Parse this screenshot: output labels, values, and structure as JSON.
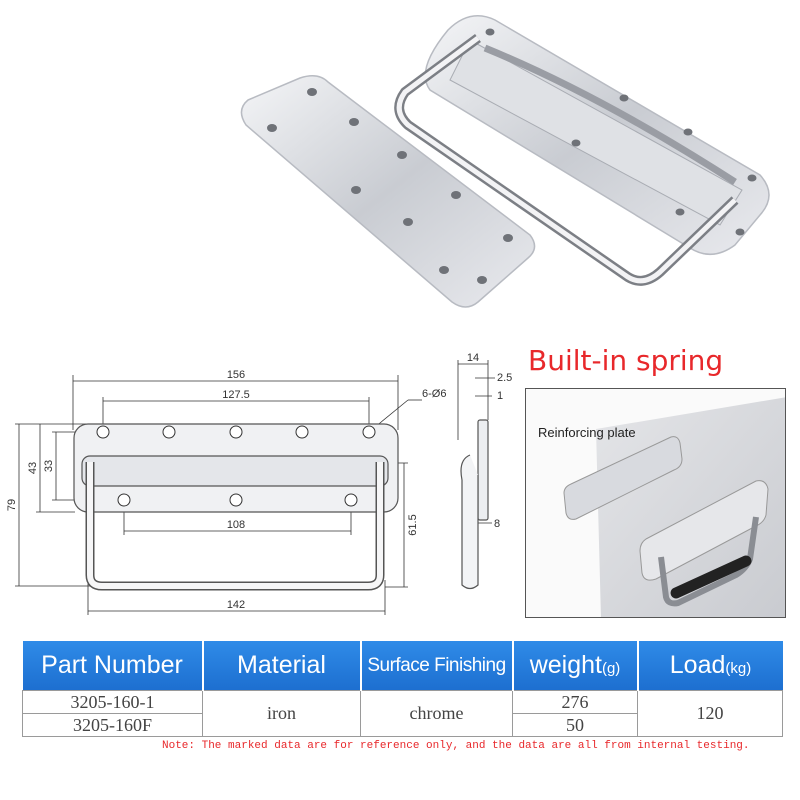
{
  "drawing": {
    "dim_156": "156",
    "dim_127_5": "127.5",
    "dim_holes": "6-Ø6",
    "dim_43": "43",
    "dim_33": "33",
    "dim_79": "79",
    "dim_108": "108",
    "dim_61_5": "61.5",
    "dim_142": "142",
    "dim_14": "14",
    "dim_2_5": "2.5",
    "dim_1": "1",
    "dim_8": "8"
  },
  "spring_panel": {
    "title": "Built-in spring",
    "plate_label": "Reinforcing plate"
  },
  "table": {
    "headers": {
      "part_number": "Part Number",
      "material": "Material",
      "surface": "Surface Finishing",
      "weight": "weight",
      "weight_unit": "(g)",
      "load": "Load",
      "load_unit": "(kg)"
    },
    "rows": [
      {
        "part_number": "3205-160-1",
        "weight": "276"
      },
      {
        "part_number": "3205-160F",
        "weight": "50"
      }
    ],
    "material": "iron",
    "surface": "chrome",
    "load": "120"
  },
  "note": "Note: The marked data are for reference only, and the data are all from internal testing.",
  "colors": {
    "header_blue": "#1d6fd0",
    "note_red": "#e8282b"
  }
}
